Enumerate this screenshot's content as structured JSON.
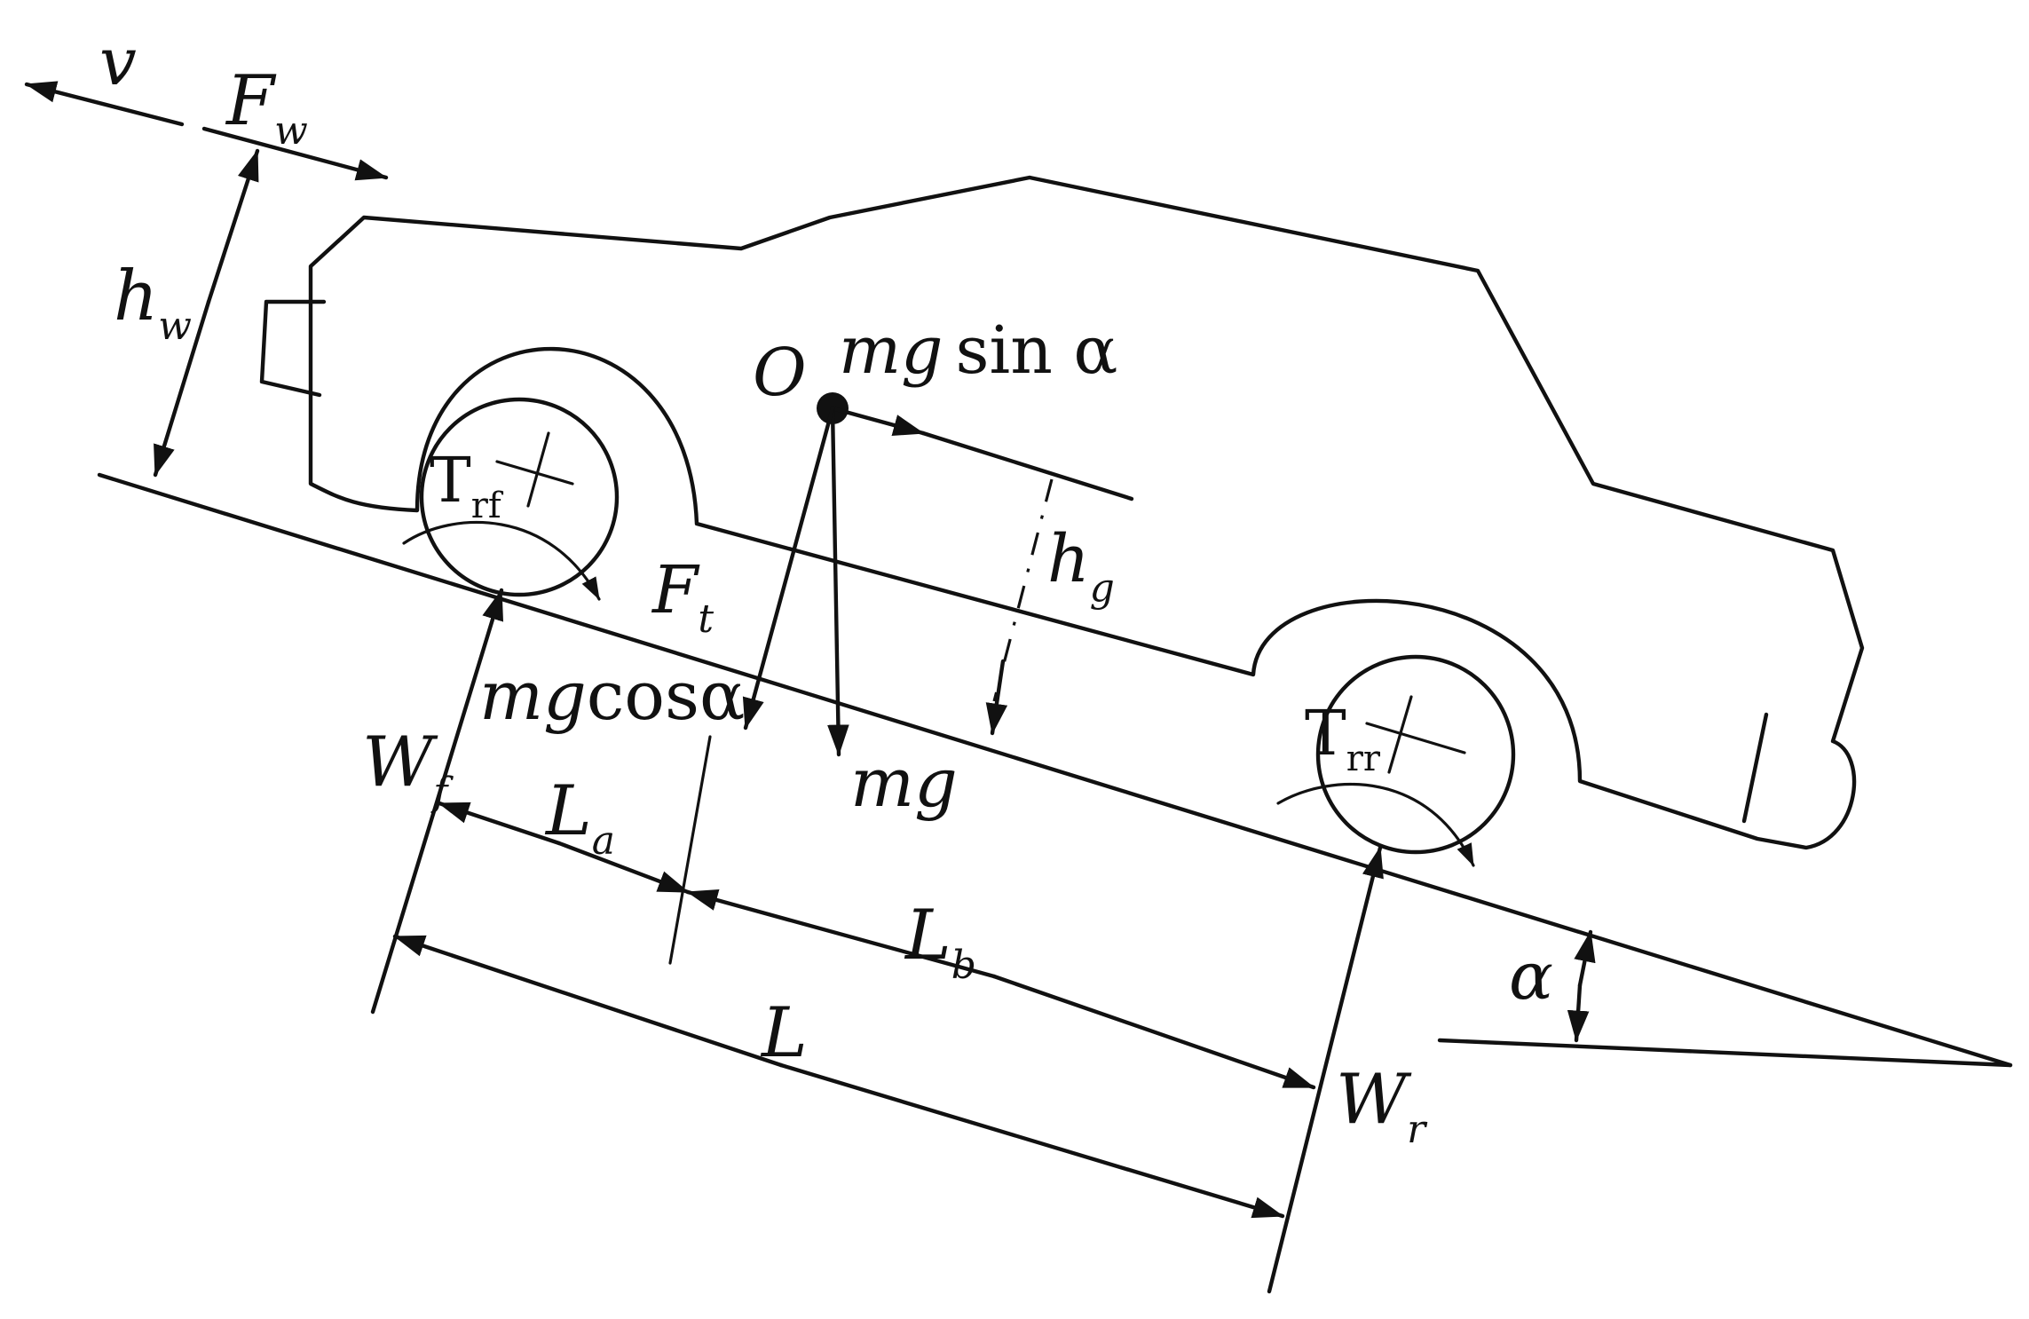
{
  "labels": {
    "v": "v",
    "Fw": "F",
    "Fw_sub": "w",
    "hw": "h",
    "hw_sub": "w",
    "O": "O",
    "mg_sin": "mg",
    "sin_alpha": "sin α",
    "Trf": "T",
    "Trf_sub": "rf",
    "hg": "h",
    "hg_sub": "g",
    "Ft": "F",
    "Ft_sub": "t",
    "mg_cos": "mg",
    "cos_alpha": "cosα",
    "Wf": "W",
    "Wf_sub": "f",
    "La": "L",
    "La_sub": "a",
    "mg": "mg",
    "Trr": "T",
    "Trr_sub": "rr",
    "Lb": "L",
    "Lb_sub": "b",
    "alpha": "α",
    "L": "L",
    "Wr": "W",
    "Wr_sub": "r"
  }
}
